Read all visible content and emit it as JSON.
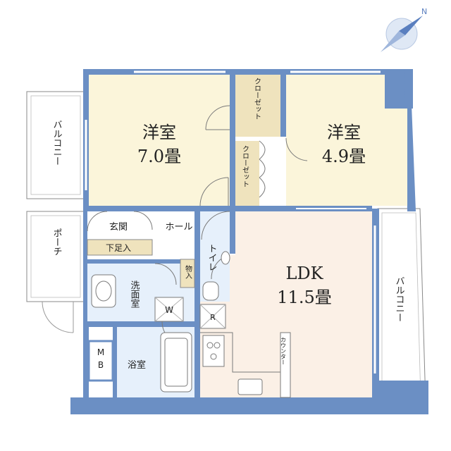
{
  "compass": {
    "north": "N"
  },
  "rooms": {
    "western_room_1": {
      "name": "洋室",
      "size": "7.0畳"
    },
    "western_room_2": {
      "name": "洋室",
      "size": "4.9畳"
    },
    "ldk": {
      "name": "LDK",
      "size": "11.5畳"
    },
    "closet_1": {
      "name": "クローゼット"
    },
    "closet_2": {
      "name": "クローゼット"
    },
    "balcony_left": {
      "name": "バルコニー"
    },
    "balcony_right": {
      "name": "バルコニー"
    },
    "porch": {
      "name": "ポーチ"
    },
    "entrance": {
      "name": "玄関"
    },
    "shoe_box": {
      "name": "下足入"
    },
    "hall": {
      "name": "ホール"
    },
    "toilet": {
      "name": "トイレ"
    },
    "storage": {
      "name": "物入"
    },
    "washroom": {
      "name": "洗面室"
    },
    "washer": {
      "name": "W"
    },
    "fridge": {
      "name": "R"
    },
    "bathroom": {
      "name": "浴室"
    },
    "meter_box": {
      "line1": "M",
      "line2": "B"
    },
    "counter": {
      "name": "カウンター"
    }
  },
  "colors": {
    "wall": "#6b8fc4",
    "bedroom_floor": "#fbf5da",
    "closet_floor": "#efe3bd",
    "ldk_floor": "#fbf0e6",
    "wet_area_floor": "#e6f0fb",
    "white_floor": "#ffffff",
    "line": "#7a7a7a",
    "text": "#222222"
  }
}
